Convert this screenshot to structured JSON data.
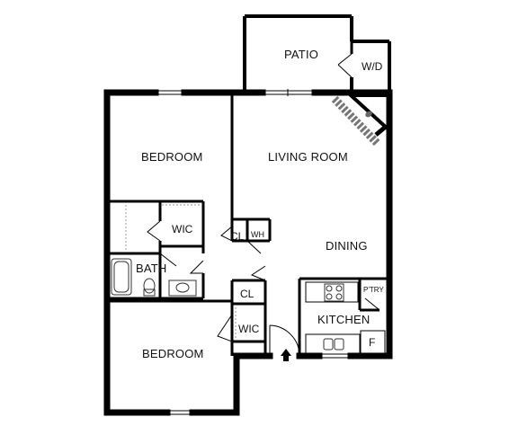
{
  "floor_plan": {
    "rooms": {
      "patio": "PATIO",
      "washer_dryer": "W/D",
      "bedroom_top": "BEDROOM",
      "living_room": "LIVING ROOM",
      "wic_top": "WIC",
      "closet_top": "CL",
      "water_heater": "WH",
      "dining": "DINING",
      "bath": "BATH",
      "closet_mid": "CL",
      "pantry": "P'TRY",
      "kitchen": "KITCHEN",
      "wic_bottom": "WIC",
      "fridge": "F",
      "bedroom_bottom": "BEDROOM"
    },
    "colors": {
      "wall": "#000000",
      "fixture": "#555555",
      "fireplace_hatch": "#777777"
    }
  }
}
